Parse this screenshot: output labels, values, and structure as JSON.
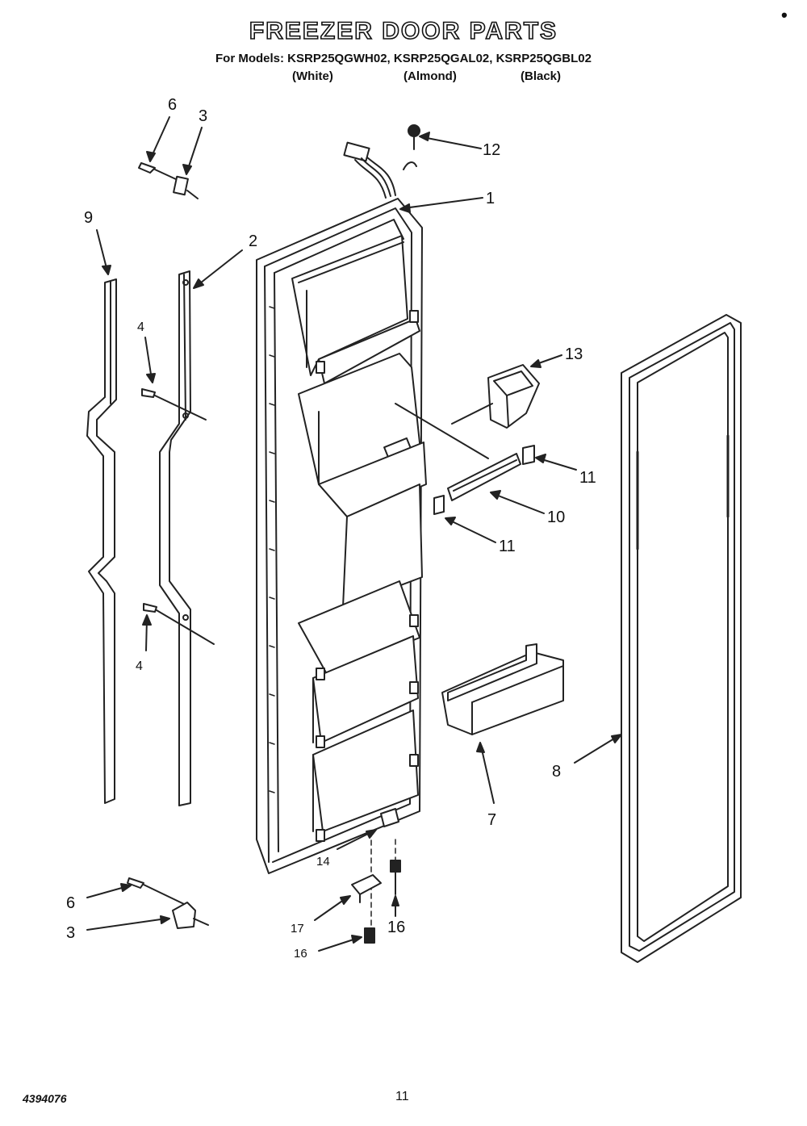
{
  "header": {
    "title": "FREEZER DOOR PARTS",
    "models_line": "For Models: KSRP25QGWH02, KSRP25QGAL02, KSRP25QGBL02",
    "finishes": [
      "(White)",
      "(Almond)",
      "(Black)"
    ],
    "corner_mark": "•"
  },
  "callouts": [
    {
      "id": "c6a",
      "text": "6"
    },
    {
      "id": "c3a",
      "text": "3"
    },
    {
      "id": "c12",
      "text": "12"
    },
    {
      "id": "c1",
      "text": "1"
    },
    {
      "id": "c9",
      "text": "9"
    },
    {
      "id": "c2",
      "text": "2"
    },
    {
      "id": "c4a",
      "text": "4"
    },
    {
      "id": "c13",
      "text": "13"
    },
    {
      "id": "c11a",
      "text": "11"
    },
    {
      "id": "c10",
      "text": "10"
    },
    {
      "id": "c11b",
      "text": "11"
    },
    {
      "id": "c4b",
      "text": "4"
    },
    {
      "id": "c8",
      "text": "8"
    },
    {
      "id": "c7",
      "text": "7"
    },
    {
      "id": "c14",
      "text": "14"
    },
    {
      "id": "c6b",
      "text": "6"
    },
    {
      "id": "c3b",
      "text": "3"
    },
    {
      "id": "c17",
      "text": "17"
    },
    {
      "id": "c16a",
      "text": "16"
    },
    {
      "id": "c16b",
      "text": "16"
    }
  ],
  "footer": {
    "figure_code": "4394076",
    "page_number": "11"
  }
}
